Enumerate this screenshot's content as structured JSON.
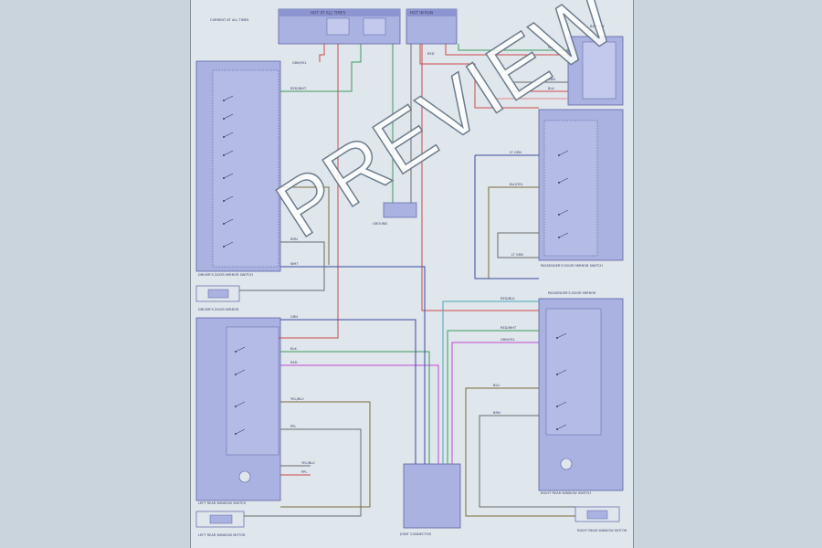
{
  "page": {
    "watermark": "PREVIEW",
    "colors": {
      "background": "#c9d4dd",
      "sheet": "#dfe6ec",
      "box_fill": "#a9b2e0",
      "box_dark": "#8c95cf",
      "box_stroke": "#5a63a8",
      "wire_red": "#cc4a4a",
      "wire_green": "#3d9a5b",
      "wire_blue": "#3a4aa0",
      "wire_brown": "#7a6a3a",
      "wire_magenta": "#c04ad0",
      "wire_cyan": "#45a8b8",
      "wire_grey": "#6c6c6c",
      "wire_pink": "#e08a8a"
    }
  },
  "diagram": {
    "top_left_note": "CURRENT AT ALL TIMES",
    "fuse_box_left": "HOT AT ALL TIMES",
    "fuse_box_right": "HOT IN RUN",
    "left_switch_bottom": "DRIVER'S DOOR MIRROR SWITCH",
    "left_mirror": "DRIVER'S DOOR MIRROR",
    "mid_left_module": "LEFT REAR WINDOW SWITCH",
    "bottom_left_motor": "LEFT REAR WINDOW MOTOR",
    "bottom_center_connector": "JOINT CONNECTOR",
    "right_top_connector": "BATTERY",
    "right_module": "PASSENGER'S DOOR MIRROR SWITCH",
    "right_mirror": "PASSENGER'S DOOR MIRROR",
    "right_lower_module": "RIGHT REAR WINDOW SWITCH",
    "bottom_right_motor": "RIGHT REAR WINDOW MOTOR",
    "center_ground": "GROUND",
    "wire_labels": [
      "RED/WHT",
      "GRN/YEL",
      "BLU",
      "BRN",
      "WHT",
      "GRN",
      "BLK",
      "RED",
      "YEL/BLU",
      "PPL",
      "LT GRN",
      "BLU/YEL",
      "RED/BLK"
    ]
  }
}
